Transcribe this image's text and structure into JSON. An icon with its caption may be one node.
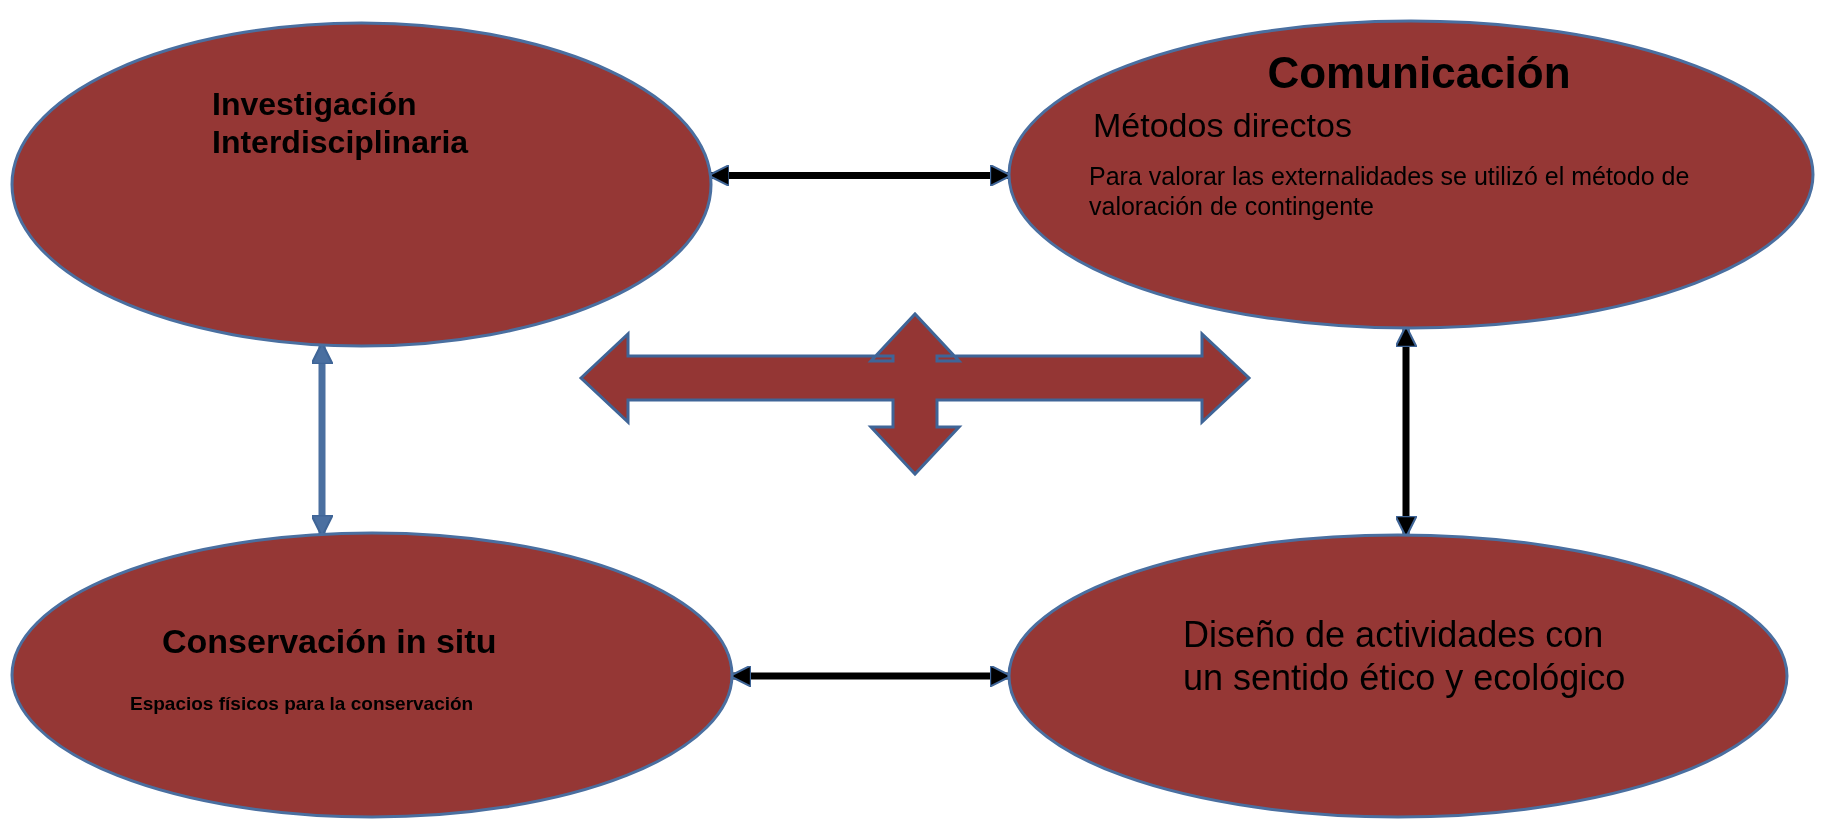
{
  "diagram": {
    "nodes": [
      {
        "text": [
          "Investigación Interdisciplinaria"
        ]
      },
      {
        "text": [
          "Comunicación",
          "Métodos directos",
          "Para valorar las externalidades se utilizó el método de valoración de contingente"
        ]
      },
      {
        "text": [
          "Conservación in situ",
          "Espacios físicos para la conservación"
        ]
      },
      {
        "text": [
          "Diseño de actividades con un sentido ético y ecológico"
        ]
      }
    ],
    "edges": [
      {
        "from": 0,
        "to": 1,
        "arrow": "both"
      },
      {
        "from": 0,
        "to": 2,
        "arrow": "both",
        "color": "#4a6fa0"
      },
      {
        "from": 1,
        "to": 3,
        "arrow": "both"
      },
      {
        "from": 2,
        "to": 3,
        "arrow": "both"
      }
    ]
  }
}
